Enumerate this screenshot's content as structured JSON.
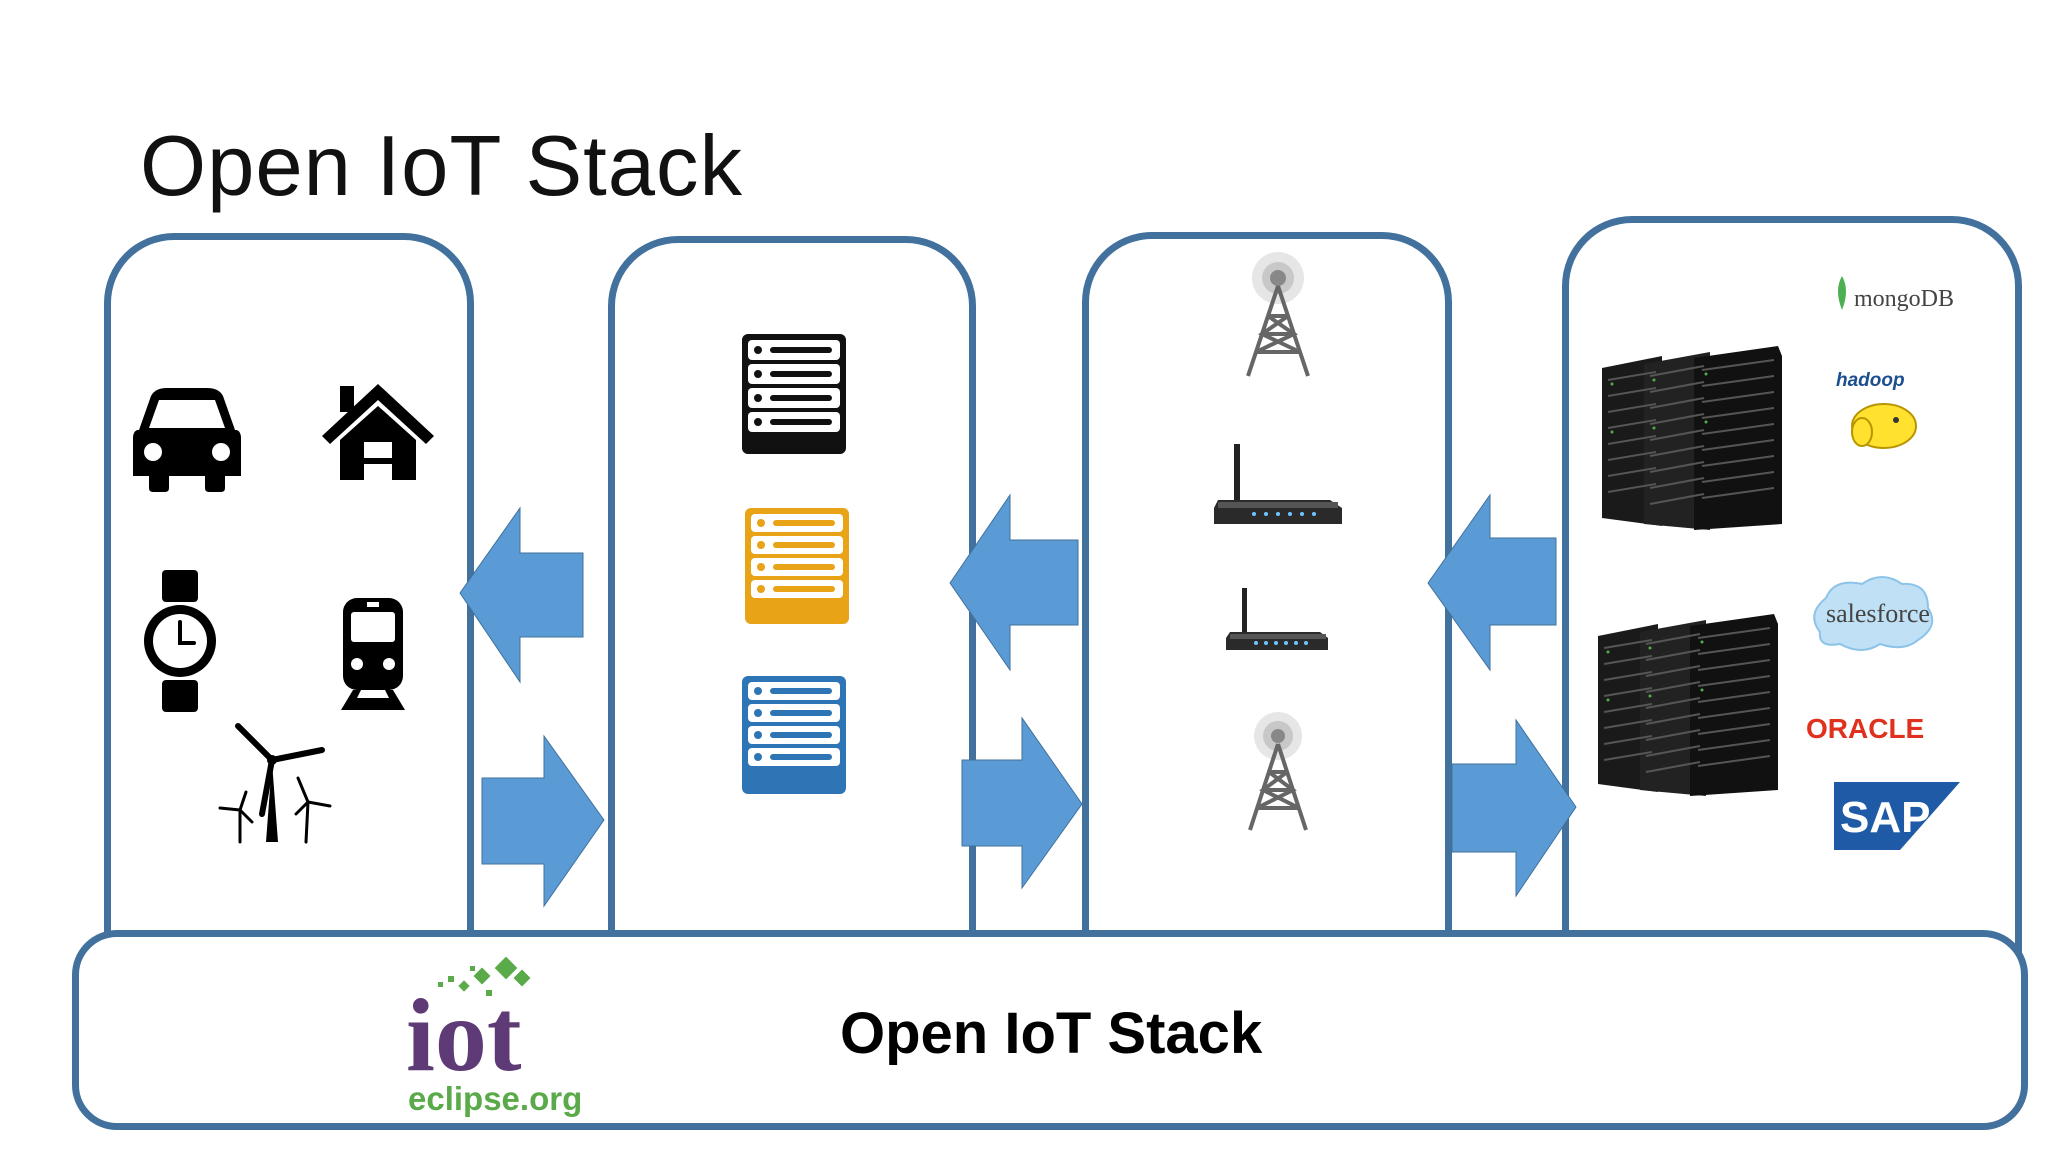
{
  "slide": {
    "title": "Open IoT Stack",
    "bottom_bar_label": "Open IoT Stack"
  },
  "logos": {
    "eclipse_iot_main": "iot",
    "eclipse_iot_sub": "eclipse.org",
    "mongodb": "mongoDB",
    "hadoop": "hadoop",
    "salesforce": "salesforce",
    "oracle": "ORACLE",
    "sap": "SAP"
  },
  "icons": {
    "devices": [
      "car-icon",
      "house-icon",
      "watch-icon",
      "train-icon",
      "wind-turbine-icon"
    ],
    "gateways": [
      "server-rack-black-icon",
      "server-rack-orange-icon",
      "server-rack-blue-icon"
    ],
    "network": [
      "cell-tower-icon",
      "wifi-router-icon",
      "wifi-router-icon",
      "cell-tower-icon"
    ],
    "cloud": [
      "datacenter-server-icon",
      "datacenter-server-icon"
    ]
  },
  "colors": {
    "panel_border": "#41719c",
    "arrow_fill": "#5b9bd5",
    "server_orange": "#e8a317",
    "server_blue": "#2e75b6",
    "eclipse_purple": "#5e3a77",
    "eclipse_green": "#5aaa4a",
    "oracle_red": "#e0301e",
    "sap_blue": "#1f5aa6"
  }
}
